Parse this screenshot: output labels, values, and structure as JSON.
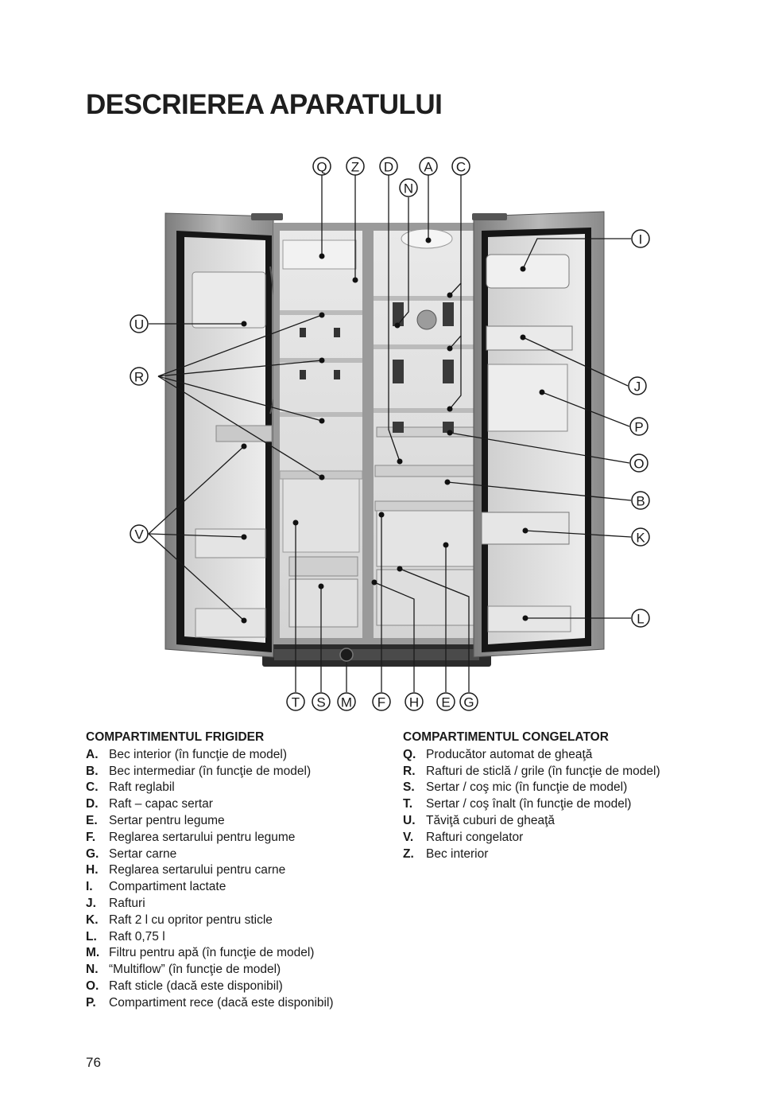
{
  "title": "DESCRIEREA APARATULUI",
  "diagram": {
    "callouts": {
      "top": [
        "Q",
        "Z",
        "D",
        "N",
        "A",
        "C"
      ],
      "left": [
        "U",
        "R",
        "V"
      ],
      "right": [
        "I",
        "J",
        "P",
        "O",
        "B",
        "K",
        "L"
      ],
      "bottom": [
        "T",
        "S",
        "M",
        "F",
        "H",
        "E",
        "G"
      ]
    }
  },
  "fridge": {
    "heading": "COMPARTIMENTUL FRIGIDER",
    "items": [
      {
        "key": "A.",
        "text": "Bec interior (în funcţie de model)"
      },
      {
        "key": "B.",
        "text": "Bec intermediar (în funcţie de model)"
      },
      {
        "key": "C.",
        "text": "Raft reglabil"
      },
      {
        "key": "D.",
        "text": "Raft – capac sertar"
      },
      {
        "key": "E.",
        "text": "Sertar pentru legume"
      },
      {
        "key": "F.",
        "text": "Reglarea sertarului pentru legume"
      },
      {
        "key": "G.",
        "text": "Sertar carne"
      },
      {
        "key": "H.",
        "text": "Reglarea sertarului pentru carne"
      },
      {
        "key": "I.",
        "text": "Compartiment lactate"
      },
      {
        "key": "J.",
        "text": "Rafturi"
      },
      {
        "key": "K.",
        "text": "Raft 2 l cu opritor pentru sticle"
      },
      {
        "key": "L.",
        "text": "Raft 0,75 l"
      },
      {
        "key": "M.",
        "text": "Filtru pentru apă (în funcţie de model)"
      },
      {
        "key": "N.",
        "text": "“Multiflow” (în funcţie de model)"
      },
      {
        "key": "O.",
        "text": "Raft sticle (dacă este disponibil)"
      },
      {
        "key": "P.",
        "text": "Compartiment rece (dacă este disponibil)"
      }
    ]
  },
  "freezer": {
    "heading": "COMPARTIMENTUL CONGELATOR",
    "items": [
      {
        "key": "Q.",
        "text": "Producător automat de gheaţă"
      },
      {
        "key": "R.",
        "text": "Rafturi de sticlă / grile (în funcţie de model)"
      },
      {
        "key": "S.",
        "text": "Sertar / coş mic (în funcţie de model)"
      },
      {
        "key": "T.",
        "text": "Sertar / coş înalt (în funcţie de model)"
      },
      {
        "key": "U.",
        "text": "Tăviţă cuburi de gheaţă"
      },
      {
        "key": "V.",
        "text": "Rafturi congelator"
      },
      {
        "key": "Z.",
        "text": "Bec interior"
      }
    ]
  },
  "page_number": "76"
}
